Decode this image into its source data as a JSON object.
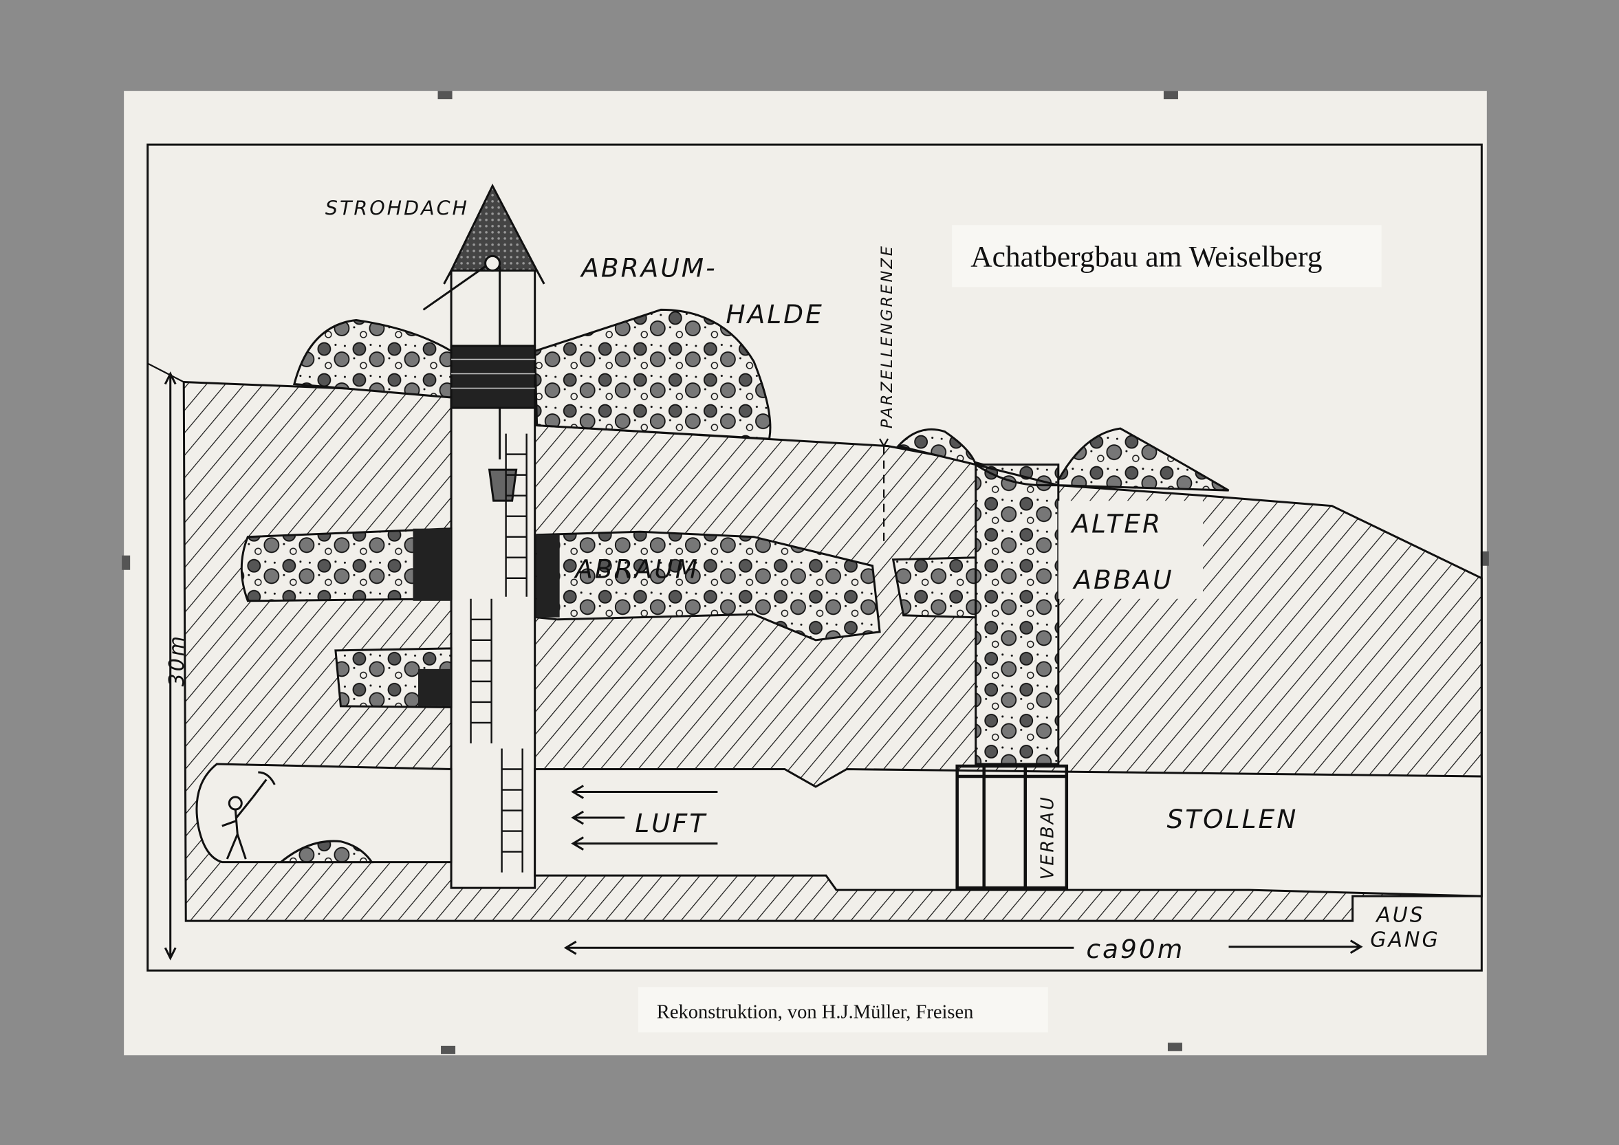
{
  "title": "Achatbergbau am Weiselberg",
  "credit": "Rekonstruktion, von H.J.Müller, Freisen",
  "labels": {
    "strohdach": "STROHDACH",
    "abraum_halde_1": "ABRAUM-",
    "abraum_halde_2": "HALDE",
    "parzellengrenze": "PARZELLENGRENZE",
    "alter": "ALTER",
    "abbau": "ABBAU",
    "abraum": "ABRAUM",
    "luft": "LUFT",
    "stollen": "STOLLEN",
    "verbau": "VERBAU",
    "height": "30m",
    "length": "ca90m",
    "ausgang_1": "AUS",
    "ausgang_2": "GANG"
  },
  "colors": {
    "background": "#8b8b8b",
    "paper": "#f1efea",
    "ink": "#111111"
  }
}
